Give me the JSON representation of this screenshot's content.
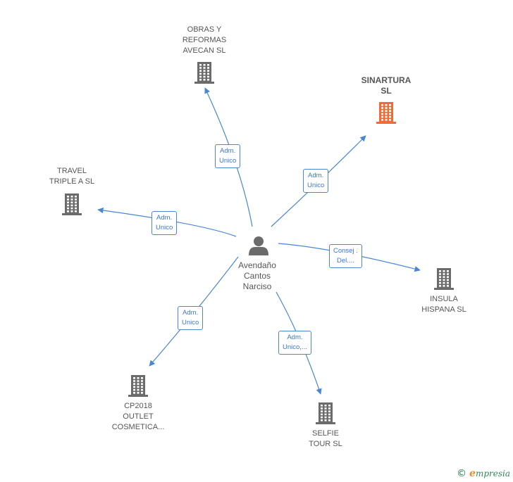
{
  "center": {
    "name_lines": [
      "Avendaño",
      "Cantos",
      "Narciso"
    ],
    "icon": "person-icon"
  },
  "companies": [
    {
      "id": "obras",
      "lines": [
        "OBRAS Y",
        "REFORMAS",
        "AVECAN SL"
      ],
      "color": "#6b6b6b",
      "highlight": false
    },
    {
      "id": "sinartura",
      "lines": [
        "SINARTURA",
        "SL"
      ],
      "color": "#f26a36",
      "highlight": true
    },
    {
      "id": "travel",
      "lines": [
        "TRAVEL",
        "TRIPLE A  SL"
      ],
      "color": "#6b6b6b",
      "highlight": false
    },
    {
      "id": "insula",
      "lines": [
        "INSULA",
        "HISPANA SL"
      ],
      "color": "#6b6b6b",
      "highlight": false
    },
    {
      "id": "cp2018",
      "lines": [
        "CP2018",
        "OUTLET",
        "COSMETICA..."
      ],
      "color": "#6b6b6b",
      "highlight": false
    },
    {
      "id": "selfie",
      "lines": [
        "SELFIE",
        "TOUR  SL"
      ],
      "color": "#6b6b6b",
      "highlight": false
    }
  ],
  "relations": [
    {
      "to": "obras",
      "lines": [
        "Adm.",
        "Unico"
      ]
    },
    {
      "to": "sinartura",
      "lines": [
        "Adm.",
        "Unico"
      ]
    },
    {
      "to": "travel",
      "lines": [
        "Adm.",
        "Unico"
      ]
    },
    {
      "to": "insula",
      "lines": [
        "Consej .",
        "Del...."
      ]
    },
    {
      "to": "cp2018",
      "lines": [
        "Adm.",
        "Unico"
      ]
    },
    {
      "to": "selfie",
      "lines": [
        "Adm.",
        "Unico,..."
      ]
    }
  ],
  "colors": {
    "edge": "#4a86d4",
    "building": "#6b6b6b",
    "highlight": "#f26a36"
  },
  "brand": {
    "copyright": "©",
    "initial": "e",
    "name": "mpresia"
  }
}
